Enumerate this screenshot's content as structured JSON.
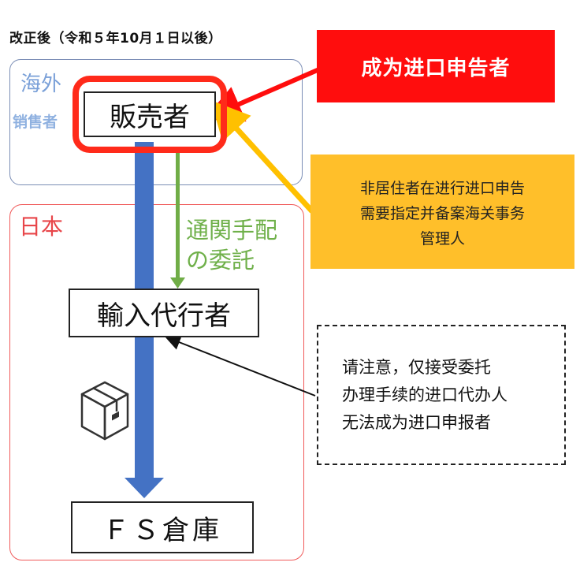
{
  "title": "改正後（令和５年10月１日以後）",
  "regions": {
    "overseas_label": "海外",
    "overseas_sub": "销售者",
    "japan_label": "日本"
  },
  "nodes": {
    "seller": "販売者",
    "importer": "輸入代行者",
    "warehouse": "ＦＳ倉庫"
  },
  "customs_delegation": "通関手配\nの委託",
  "callouts": {
    "red": "成为进口申告者",
    "yellow": "非居住者在进行进口申告\n需要指定并备案海关事务\n管理人",
    "note": "请注意，仅接受委托\n办理手续的进口代办人\n无法成为进口申报者"
  },
  "colors": {
    "flow_arrow": "#4472c4",
    "delegation_arrow": "#70ad47",
    "highlight": "#ff2a1a",
    "red_callout": "#ff0d0d",
    "yellow_callout": "#ffbf2a",
    "yellow_arrow": "#ffc000"
  }
}
